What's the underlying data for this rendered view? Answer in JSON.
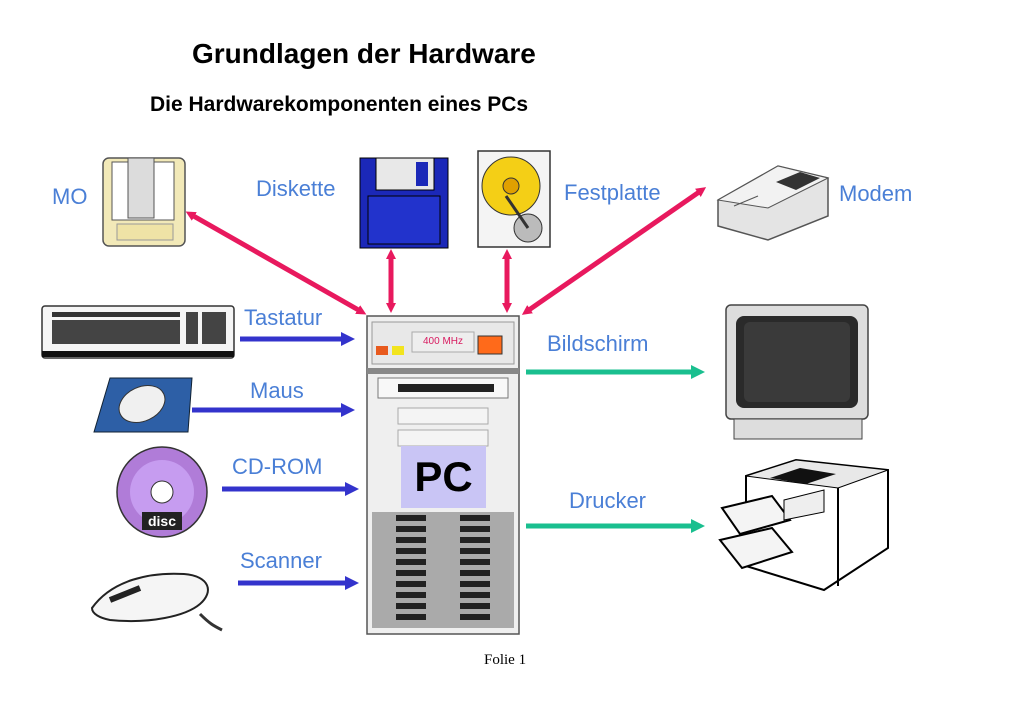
{
  "title": "Grundlagen der Hardware",
  "subtitle": "Die Hardwarekomponenten eines PCs",
  "footer": "Folie 1",
  "pc": {
    "label": "PC",
    "speed": "400 MHz"
  },
  "labels": {
    "mo": "MO",
    "diskette": "Diskette",
    "festplatte": "Festplatte",
    "modem": "Modem",
    "tastatur": "Tastatur",
    "maus": "Maus",
    "cdrom": "CD-ROM",
    "scanner": "Scanner",
    "bildschirm": "Bildschirm",
    "drucker": "Drucker"
  },
  "cd_text": "disc",
  "colors": {
    "label": "#4a7fd6",
    "bidirectional_arrow": "#e8195e",
    "input_arrow": "#3333cc",
    "output_arrow": "#1abf8f",
    "pc_label_bg": "#c9c5f5"
  }
}
